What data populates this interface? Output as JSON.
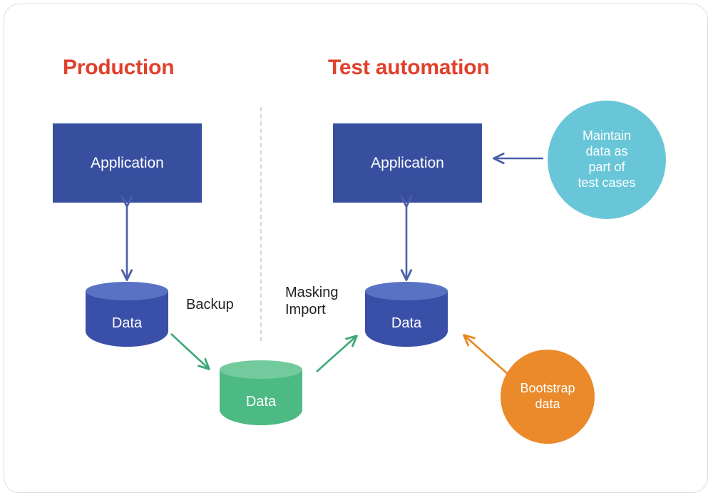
{
  "diagram": {
    "title_production": "Production",
    "title_test": "Test automation",
    "colors": {
      "title_red": "#e0402c",
      "app_blue": "#384fa0",
      "cylinder_blue_body": "#3a50a8",
      "cylinder_blue_top": "#5a72c4",
      "cylinder_green_body": "#4dba83",
      "cylinder_green_top": "#73cb9d",
      "circle_teal": "#68c6d8",
      "circle_orange": "#ea8a2b",
      "arrow_blue": "#4a5fa8",
      "arrow_green": "#3fa877",
      "arrow_orange": "#e8871f",
      "divider_gray": "#d6d6d6",
      "card_border": "#dcdcdc"
    },
    "nodes": {
      "app_production": "Application",
      "app_test": "Application",
      "data_production": "Data",
      "data_test": "Data",
      "data_masked": "Data",
      "circle_maintain": "Maintain\ndata as\npart of\ntest cases",
      "circle_bootstrap": "Bootstrap\ndata"
    },
    "edge_labels": {
      "backup": "Backup",
      "masking_import": "Masking\nImport"
    }
  }
}
